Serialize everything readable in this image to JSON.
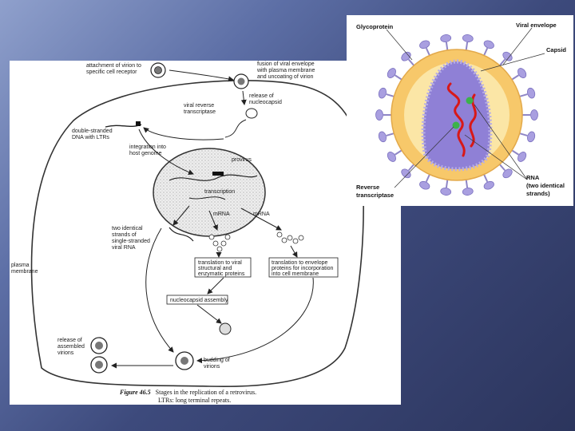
{
  "left_figure": {
    "labels": {
      "attachment": [
        "attachment of virion to",
        "specific cell receptor"
      ],
      "fusion": [
        "fusion of viral envelope",
        "with plasma membrane",
        "and uncoating of virion"
      ],
      "release_nucleocapsid": [
        "release of",
        "nucleocapsid"
      ],
      "reverse_transcriptase": [
        "viral reverse",
        "transcriptase"
      ],
      "ds_dna": [
        "double-stranded",
        "DNA with LTRs"
      ],
      "integration": [
        "integration into",
        "host genome"
      ],
      "provirus": "provirus",
      "transcription": "transcription",
      "mrna_left": "mRNA",
      "mrna_right": "mRNA",
      "ss_rna": [
        "two identical",
        "strands of",
        "single-stranded",
        "viral RNA"
      ],
      "plasma_membrane": [
        "plasma",
        "membrane"
      ],
      "translation_structural": [
        "translation to viral",
        "structural and",
        "enzymatic proteins"
      ],
      "translation_envelope": [
        "translation to envelope",
        "proteins for incorporation",
        "into cell membrane"
      ],
      "nucleocapsid_assembly": "nucleocapsid assembly",
      "release_virions": [
        "release of",
        "assembled",
        "virions"
      ],
      "budding": [
        "budding of",
        "virions"
      ]
    },
    "caption": {
      "figure_number": "Figure 46.5",
      "line1": "Stages in the replication of a retrovirus.",
      "line2": "LTRs: long terminal repeats."
    }
  },
  "right_figure": {
    "labels": {
      "glycoprotein": "Glycoprotein",
      "viral_envelope": "Viral envelope",
      "capsid": "Capsid",
      "rna": [
        "RNA",
        "(two identical",
        "strands)"
      ],
      "reverse_transcriptase": [
        "Reverse",
        "transcriptase"
      ]
    },
    "colors": {
      "envelope_outer": "#f7c86a",
      "envelope_inner": "#fbe6a6",
      "capsid": "#8f80d6",
      "capsid_dots": "#b7aee6",
      "glycoprotein": "#a99fe0",
      "rna": "#d81818",
      "enzyme": "#3cb24a"
    }
  }
}
